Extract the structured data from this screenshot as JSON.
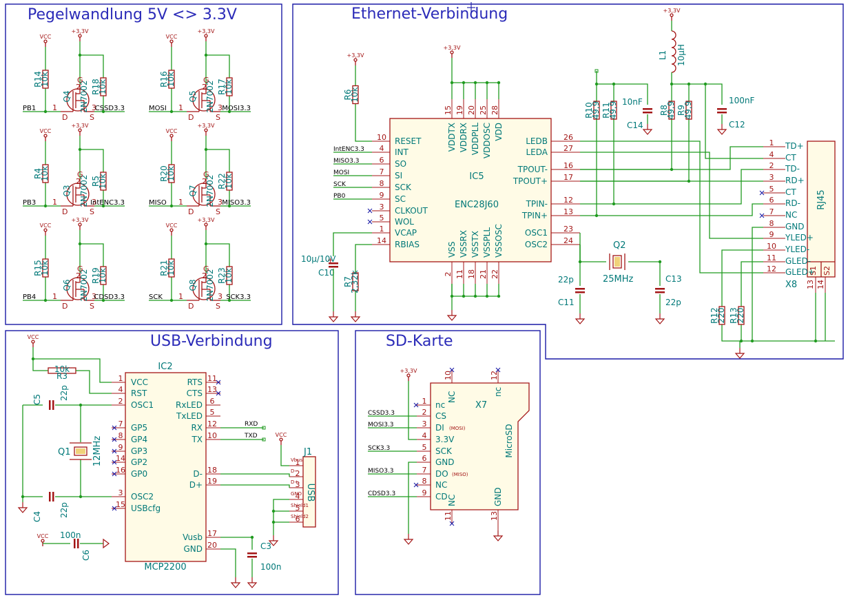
{
  "sections": {
    "level": "Pegelwandlung 5V <> 3.3V",
    "eth": "Ethernet-Verbindung",
    "usb": "USB-Verbindung",
    "sd": "SD-Karte"
  },
  "power": {
    "vcc": "VCC",
    "v33": "+3,3V"
  },
  "level_shifters": [
    {
      "q": "Q4",
      "r_left": "R14",
      "r_right": "R18",
      "in": "PB1",
      "out": "CSSD3.3"
    },
    {
      "q": "Q5",
      "r_left": "R16",
      "r_right": "R17",
      "in": "MOSI",
      "out": "MOSI3.3"
    },
    {
      "q": "Q3",
      "r_left": "R4",
      "r_right": "R5",
      "in": "PB3",
      "out": "IntENC3.3"
    },
    {
      "q": "Q7",
      "r_left": "R20",
      "r_right": "R22",
      "in": "MISO",
      "out": "MISO3.3"
    },
    {
      "q": "Q6",
      "r_left": "R15",
      "r_right": "R19",
      "in": "PB4",
      "out": "CDSD3.3"
    },
    {
      "q": "Q8",
      "r_left": "R21",
      "r_right": "R23",
      "in": "SCK",
      "out": "SCK3.3"
    }
  ],
  "level_common": {
    "r_val": "10k",
    "q_val": "2N7002",
    "g": "G",
    "d": "D",
    "s": "S",
    "p1": "1",
    "p2": "2",
    "p3": "3"
  },
  "ic5": {
    "ref": "IC5",
    "part": "ENC28J60",
    "left": [
      {
        "num": "10",
        "name": "RESET"
      },
      {
        "num": "4",
        "name": "INT"
      },
      {
        "num": "6",
        "name": "SO"
      },
      {
        "num": "7",
        "name": "SI"
      },
      {
        "num": "8",
        "name": "SCK"
      },
      {
        "num": "9",
        "name": "SC"
      },
      {
        "num": "3",
        "name": "CLKOUT"
      },
      {
        "num": "5",
        "name": "WOL"
      },
      {
        "num": "1",
        "name": "VCAP"
      },
      {
        "num": "14",
        "name": "RBIAS"
      }
    ],
    "right": [
      {
        "num": "26",
        "name": "LEDB"
      },
      {
        "num": "27",
        "name": "LEDA"
      },
      {
        "num": "16",
        "name": "TPOUT-"
      },
      {
        "num": "17",
        "name": "TPOUT+"
      },
      {
        "num": "12",
        "name": "TPIN-"
      },
      {
        "num": "13",
        "name": "TPIN+"
      },
      {
        "num": "23",
        "name": "OSC1"
      },
      {
        "num": "24",
        "name": "OSC2"
      }
    ],
    "top": [
      {
        "num": "15",
        "name": "VDDTX"
      },
      {
        "num": "19",
        "name": "VDDRX"
      },
      {
        "num": "20",
        "name": "VDDPLL"
      },
      {
        "num": "25",
        "name": "VDDOSC"
      },
      {
        "num": "28",
        "name": "VDD"
      }
    ],
    "bottom": [
      {
        "num": "2",
        "name": "VSS"
      },
      {
        "num": "11",
        "name": "VSSRX"
      },
      {
        "num": "18",
        "name": "VSSTX"
      },
      {
        "num": "21",
        "name": "VSSPLL"
      },
      {
        "num": "22",
        "name": "VSSOSC"
      }
    ],
    "nets": [
      "IntENC3.3",
      "MISO3.3",
      "MOSI",
      "SCK",
      "PB0"
    ]
  },
  "eth_parts": {
    "r6": "R6",
    "r6v": "10k",
    "r7": "R7",
    "r7v": "2,32k",
    "c10": "C10",
    "c10v": "10µ/10V",
    "r10": "R10",
    "r11": "R11",
    "r8": "R8",
    "r9": "R9",
    "r49": "49,9",
    "c14": "C14",
    "c14v": "10nF",
    "c12": "C12",
    "c12v": "100nF",
    "l1": "L1",
    "l1v": "10µH",
    "q2": "Q2",
    "q2v": "25MHz",
    "c11": "C11",
    "c13": "C13",
    "c22p": "22p",
    "r12": "R12",
    "r13": "R13",
    "r220": "220"
  },
  "rj45": {
    "ref": "X8",
    "name": "RJ45",
    "pins": [
      {
        "num": "1",
        "name": "TD+"
      },
      {
        "num": "4",
        "name": "CT"
      },
      {
        "num": "2",
        "name": "TD-"
      },
      {
        "num": "3",
        "name": "RD+"
      },
      {
        "num": "5",
        "name": "CT"
      },
      {
        "num": "6",
        "name": "RD-"
      },
      {
        "num": "7",
        "name": "NC"
      },
      {
        "num": "8",
        "name": "GND"
      },
      {
        "num": "9",
        "name": "YLED+"
      },
      {
        "num": "10",
        "name": "YLED-"
      },
      {
        "num": "11",
        "name": "GLED-"
      },
      {
        "num": "12",
        "name": "GLED+"
      }
    ],
    "s1": "S1",
    "s2": "S2",
    "p13": "13",
    "p14": "14"
  },
  "ic2": {
    "ref": "IC2",
    "part": "MCP2200",
    "left": [
      {
        "num": "1",
        "name": "VCC"
      },
      {
        "num": "4",
        "name": "RST"
      },
      {
        "num": "2",
        "name": "OSC1"
      },
      {
        "num": "7",
        "name": "GP5"
      },
      {
        "num": "8",
        "name": "GP4"
      },
      {
        "num": "9",
        "name": "GP3"
      },
      {
        "num": "14",
        "name": "GP2"
      },
      {
        "num": "16",
        "name": "GP0"
      },
      {
        "num": "3",
        "name": "OSC2"
      },
      {
        "num": "15",
        "name": "USBcfg"
      }
    ],
    "right": [
      {
        "num": "11",
        "name": "RTS"
      },
      {
        "num": "13",
        "name": "CTS"
      },
      {
        "num": "6",
        "name": "RxLED"
      },
      {
        "num": "5",
        "name": "TxLED"
      },
      {
        "num": "12",
        "name": "RX"
      },
      {
        "num": "10",
        "name": "TX"
      },
      {
        "num": "18",
        "name": "D-"
      },
      {
        "num": "19",
        "name": "D+"
      },
      {
        "num": "17",
        "name": "Vusb"
      },
      {
        "num": "20",
        "name": "GND"
      }
    ],
    "rxd": "RXD",
    "txd": "TXD"
  },
  "usb_parts": {
    "r3": "R3",
    "r3v": "10k",
    "c5": "C5",
    "c4": "C4",
    "c22p": "22p",
    "q1": "Q1",
    "q1v": "12MHz",
    "c6": "C6",
    "c6v": "100n",
    "c3": "C3",
    "c3v": "100n"
  },
  "j1": {
    "ref": "J1",
    "name": "USB",
    "pins": [
      {
        "num": "1",
        "name": "Vbus"
      },
      {
        "num": "2",
        "name": "D-"
      },
      {
        "num": "3",
        "name": "D+"
      },
      {
        "num": "4",
        "name": "GND"
      },
      {
        "num": "5",
        "name": "Shield1"
      },
      {
        "num": "6",
        "name": "Shield2"
      }
    ]
  },
  "x7": {
    "ref": "X7",
    "name": "MicroSD",
    "pins": [
      {
        "num": "1",
        "name": "nc"
      },
      {
        "num": "2",
        "name": "CS"
      },
      {
        "num": "3",
        "name": "DI"
      },
      {
        "num": "4",
        "name": "3.3V"
      },
      {
        "num": "5",
        "name": "SCK"
      },
      {
        "num": "6",
        "name": "GND"
      },
      {
        "num": "7",
        "name": "DO"
      },
      {
        "num": "8",
        "name": "NC"
      },
      {
        "num": "9",
        "name": "CD"
      }
    ],
    "mosi_note": "(MOSI)",
    "miso_note": "(MISO)",
    "top_nc": "NC",
    "top_nc_num": "10",
    "top_nc2": "nc",
    "top_nc2_num": "12",
    "bot_nc": "NC",
    "bot_nc_num": "11",
    "bot_gnd": "GND",
    "bot_gnd_num": "13",
    "nets": [
      "CSSD3.3",
      "MOSI3.3",
      "SCK3.3",
      "MISO3.3",
      "CDSD3.3"
    ]
  }
}
